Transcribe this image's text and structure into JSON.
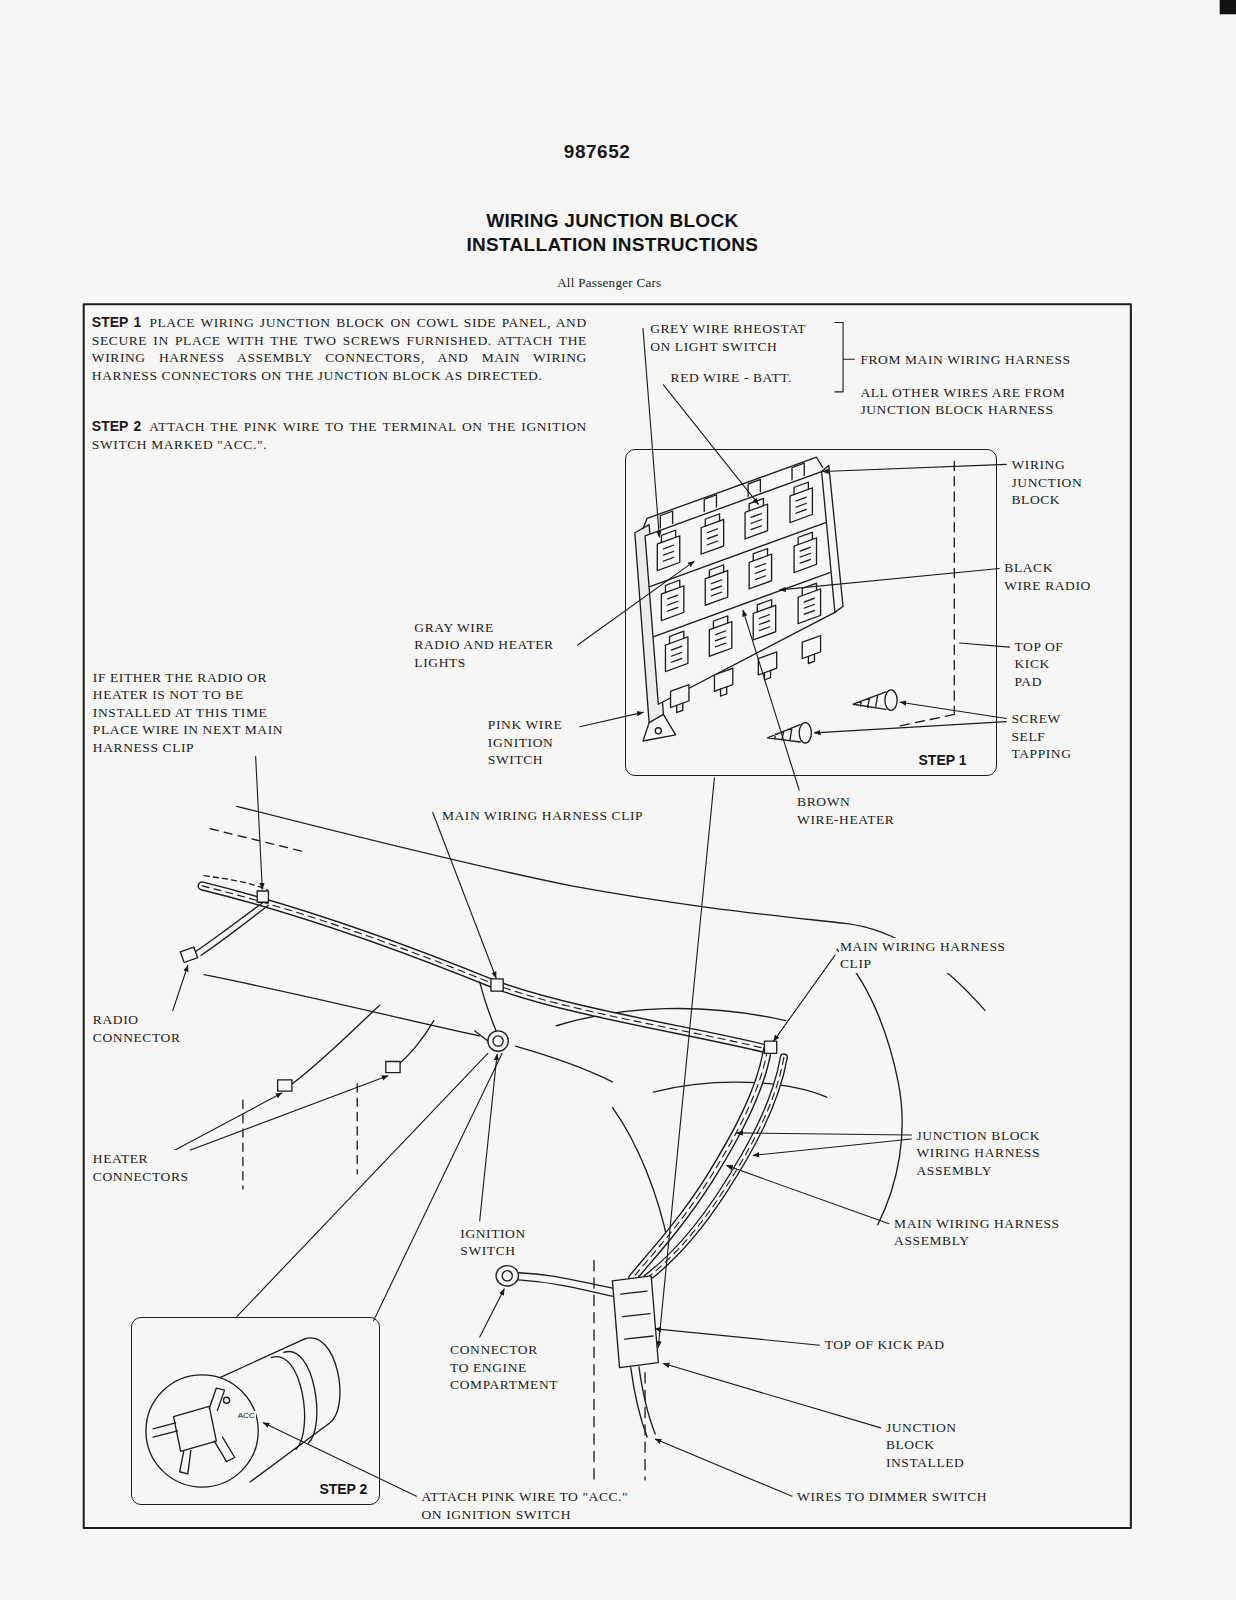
{
  "diagram": {
    "title": "WIRING JUNCTION BLOCK INSTALLATION INSTRUCTIONS",
    "nodes": [
      {
        "text": [
          "STEP 1"
        ]
      },
      {
        "text": [
          "STEP 2"
        ]
      }
    ],
    "labels": [
      "987652",
      "All Passenger Cars",
      "STEP 1",
      "PLACE WIRING JUNCTION BLOCK ON COWL SIDE PANEL, AND SECURE IN PLACE WITH THE TWO SCREWS FURNISHED. ATTACH THE WIRING HARNESS ASSEMBLY CONNECTORS, AND MAIN WIRING HARNESS CONNECTORS ON THE JUNCTION BLOCK AS DIRECTED.",
      "STEP 2",
      "ATTACH THE PINK WIRE TO THE TERMINAL ON THE IGNITION SWITCH MARKED \"ACC.\".",
      "GREY WIRE RHEOSTAT ON LIGHT SWITCH",
      "RED WIRE - BATT.",
      "FROM MAIN WIRING HARNESS",
      "ALL OTHER WIRES ARE FROM JUNCTION BLOCK HARNESS",
      "WIRING JUNCTION BLOCK",
      "BLACK WIRE RADIO",
      "GRAY WIRE RADIO AND HEATER LIGHTS",
      "TOP OF KICK PAD",
      "PINK WIRE IGNITION SWITCH",
      "SCREW SELF TAPPING",
      "IF EITHER THE RADIO OR HEATER IS NOT TO BE INSTALLED AT THIS TIME PLACE WIRE IN NEXT MAIN HARNESS CLIP",
      "BROWN WIRE-HEATER",
      "MAIN WIRING HARNESS CLIP",
      "MAIN WIRING HARNESS CLIP",
      "RADIO CONNECTOR",
      "JUNCTION BLOCK WIRING HARNESS ASSEMBLY",
      "HEATER CONNECTORS",
      "MAIN WIRING HARNESS ASSEMBLY",
      "IGNITION SWITCH",
      "CONNECTOR TO ENGINE COMPARTMENT",
      "TOP OF KICK PAD",
      "ACC",
      "JUNCTION BLOCK INSTALLED",
      "ATTACH PINK WIRE TO \"ACC.\" ON IGNITION SWITCH",
      "WIRES TO DIMMER SWITCH"
    ]
  }
}
